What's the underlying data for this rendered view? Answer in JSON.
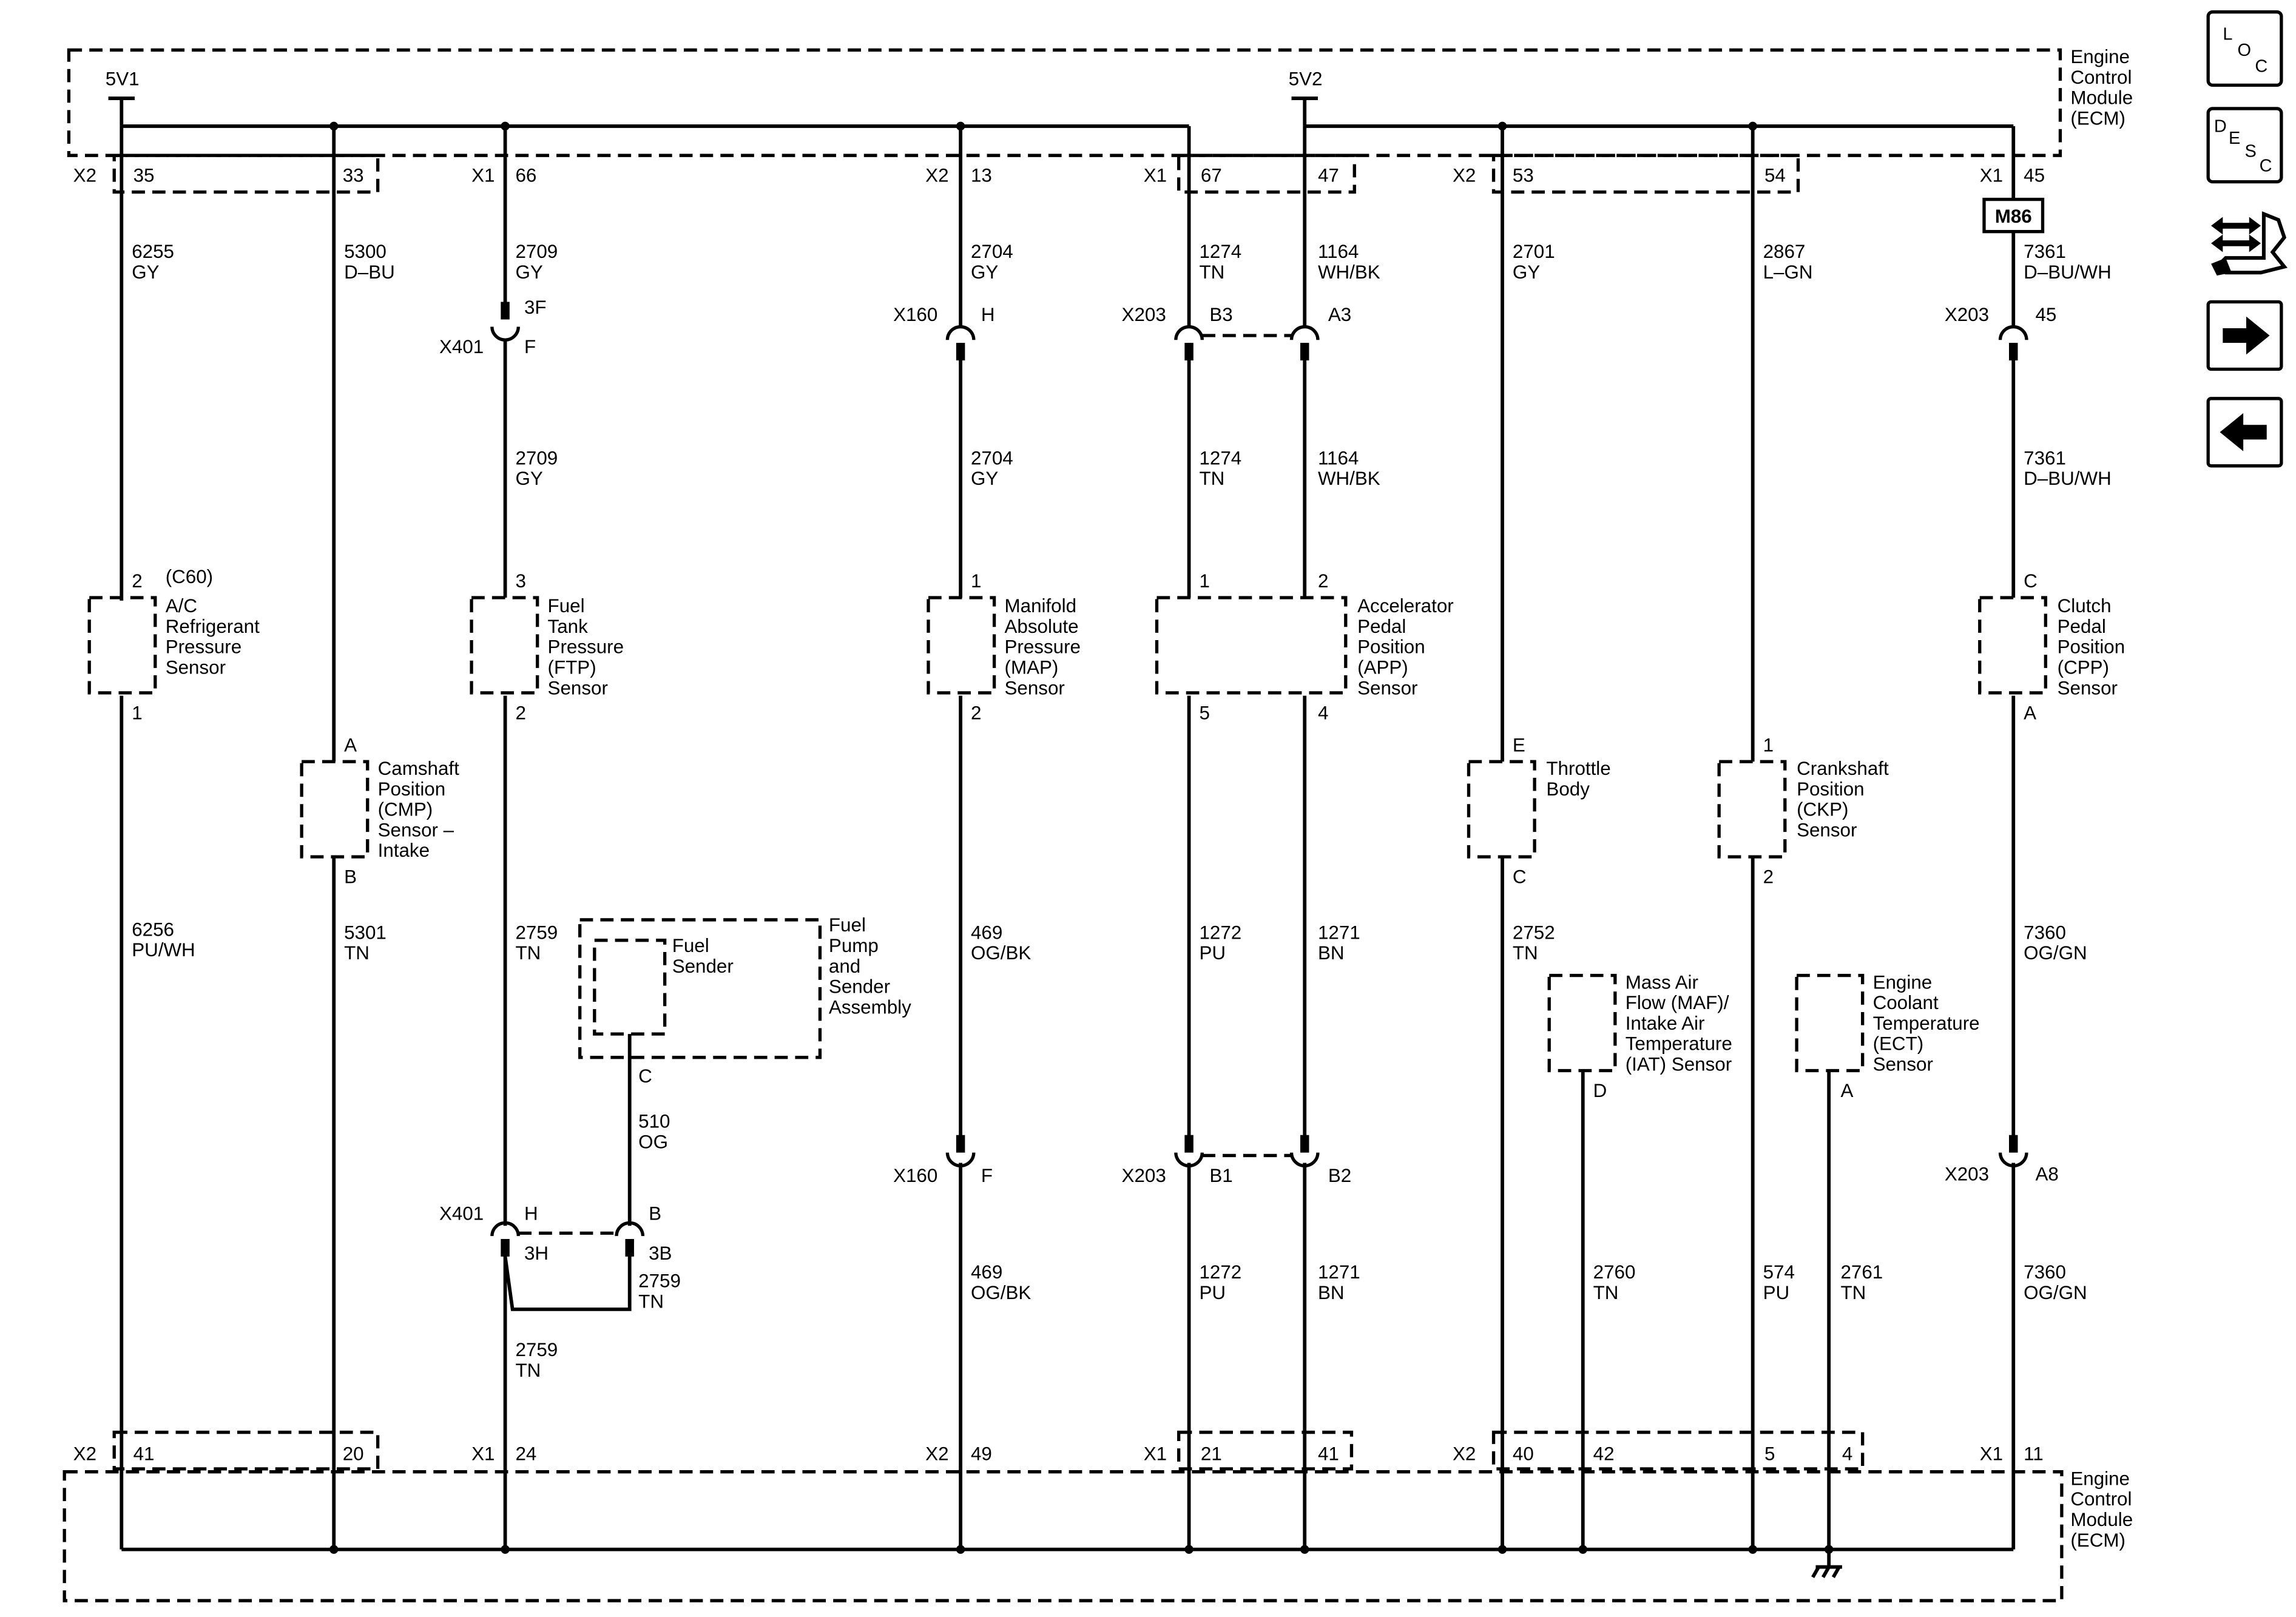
{
  "ecm": {
    "label_line1": "Engine",
    "label_line2": "Control",
    "label_line3": "Module",
    "label_line4": "(ECM)"
  },
  "supply": {
    "v1": "5V1",
    "v2": "5V2"
  },
  "top_connectors": [
    {
      "conn": "X2",
      "pins": [
        "35",
        "33"
      ]
    },
    {
      "conn": "X1",
      "pins": [
        "66"
      ]
    },
    {
      "conn": "X2",
      "pins": [
        "13"
      ]
    },
    {
      "conn": "X1",
      "pins": [
        "67",
        "47"
      ]
    },
    {
      "conn": "X2",
      "pins": [
        "53",
        "54"
      ]
    },
    {
      "conn": "X1",
      "pins": [
        "45"
      ]
    }
  ],
  "bottom_connectors": [
    {
      "conn": "X2",
      "pins": [
        "41",
        "20"
      ]
    },
    {
      "conn": "X1",
      "pins": [
        "24"
      ]
    },
    {
      "conn": "X2",
      "pins": [
        "49"
      ]
    },
    {
      "conn": "X1",
      "pins": [
        "21",
        "41"
      ]
    },
    {
      "conn": "X2",
      "pins": [
        "40",
        "42",
        "5",
        "4"
      ]
    },
    {
      "conn": "X1",
      "pins": [
        "11"
      ]
    }
  ],
  "wires": {
    "w6255": {
      "num": "6255",
      "color": "GY"
    },
    "w5300": {
      "num": "5300",
      "color": "D–BU"
    },
    "w2709a": {
      "num": "2709",
      "color": "GY"
    },
    "w2709b": {
      "num": "2709",
      "color": "GY"
    },
    "w2704a": {
      "num": "2704",
      "color": "GY"
    },
    "w2704b": {
      "num": "2704",
      "color": "GY"
    },
    "w1274a": {
      "num": "1274",
      "color": "TN"
    },
    "w1274b": {
      "num": "1274",
      "color": "TN"
    },
    "w1164a": {
      "num": "1164",
      "color": "WH/BK"
    },
    "w1164b": {
      "num": "1164",
      "color": "WH/BK"
    },
    "w2701": {
      "num": "2701",
      "color": "GY"
    },
    "w2867": {
      "num": "2867",
      "color": "L–GN"
    },
    "w7361a": {
      "num": "7361",
      "color": "D–BU/WH"
    },
    "w7361b": {
      "num": "7361",
      "color": "D–BU/WH"
    },
    "w6256": {
      "num": "6256",
      "color": "PU/WH"
    },
    "w5301": {
      "num": "5301",
      "color": "TN"
    },
    "w2759a": {
      "num": "2759",
      "color": "TN"
    },
    "w2759b": {
      "num": "2759",
      "color": "TN"
    },
    "w2759c": {
      "num": "2759",
      "color": "TN"
    },
    "w510": {
      "num": "510",
      "color": "OG"
    },
    "w469a": {
      "num": "469",
      "color": "OG/BK"
    },
    "w469b": {
      "num": "469",
      "color": "OG/BK"
    },
    "w1272a": {
      "num": "1272",
      "color": "PU"
    },
    "w1272b": {
      "num": "1272",
      "color": "PU"
    },
    "w1271a": {
      "num": "1271",
      "color": "BN"
    },
    "w1271b": {
      "num": "1271",
      "color": "BN"
    },
    "w2752": {
      "num": "2752",
      "color": "TN"
    },
    "w2760": {
      "num": "2760",
      "color": "TN"
    },
    "w574": {
      "num": "574",
      "color": "PU"
    },
    "w2761": {
      "num": "2761",
      "color": "TN"
    },
    "w7360a": {
      "num": "7360",
      "color": "OG/GN"
    },
    "w7360b": {
      "num": "7360",
      "color": "OG/GN"
    }
  },
  "inline_connectors": {
    "x401_top": {
      "name": "X401",
      "pin_top": "3F",
      "pin_bottom": "F"
    },
    "x160_top": {
      "name": "X160",
      "pin": "H"
    },
    "x203_top": {
      "name": "X203",
      "pin1": "B3",
      "pin2": "A3"
    },
    "x203_top_cpp": {
      "name": "X203",
      "pin": "45"
    },
    "x401_bottom": {
      "name": "X401",
      "pin1": "H",
      "pin2": "B",
      "pin3": "3H",
      "pin4": "3B"
    },
    "x160_bottom": {
      "name": "X160",
      "pin": "F"
    },
    "x203_bottom": {
      "name": "X203",
      "pin1": "B1",
      "pin2": "B2"
    },
    "x203_bottom_cpp": {
      "name": "X203",
      "pin": "A8"
    },
    "m86": "M86"
  },
  "components": {
    "ac": {
      "lines": [
        "A/C",
        "Refrigerant",
        "Pressure",
        "Sensor"
      ],
      "conn": "(C60)",
      "pin_top": "2",
      "pin_bottom": "1"
    },
    "cmp": {
      "lines": [
        "Camshaft",
        "Position",
        "(CMP)",
        "Sensor –",
        "Intake"
      ],
      "pin_top": "A",
      "pin_bottom": "B"
    },
    "ftp": {
      "lines": [
        "Fuel",
        "Tank",
        "Pressure",
        "(FTP)",
        "Sensor"
      ],
      "pin_top": "3",
      "pin_bottom": "2"
    },
    "fuel_sender": {
      "lines": [
        "Fuel",
        "Sender"
      ],
      "pin": "C"
    },
    "fuel_pump": {
      "lines": [
        "Fuel",
        "Pump",
        "and",
        "Sender",
        "Assembly"
      ]
    },
    "map": {
      "lines": [
        "Manifold",
        "Absolute",
        "Pressure",
        "(MAP)",
        "Sensor"
      ],
      "pin_top": "1",
      "pin_bottom": "2"
    },
    "app": {
      "lines": [
        "Accelerator",
        "Pedal",
        "Position",
        "(APP)",
        "Sensor"
      ],
      "pins_top": [
        "1",
        "2"
      ],
      "pins_bottom": [
        "5",
        "4"
      ]
    },
    "throttle": {
      "lines": [
        "Throttle",
        "Body"
      ],
      "pin_top": "E",
      "pin_bottom": "C"
    },
    "maf": {
      "lines": [
        "Mass Air",
        "Flow (MAF)/",
        "Intake Air",
        "Temperature",
        "(IAT) Sensor"
      ],
      "pin": "D"
    },
    "ckp": {
      "lines": [
        "Crankshaft",
        "Position",
        "(CKP)",
        "Sensor"
      ],
      "pin_top": "1",
      "pin_bottom": "2"
    },
    "ect": {
      "lines": [
        "Engine",
        "Coolant",
        "Temperature",
        "(ECT)",
        "Sensor"
      ],
      "pin": "A"
    },
    "cpp": {
      "lines": [
        "Clutch",
        "Pedal",
        "Position",
        "(CPP)",
        "Sensor"
      ],
      "pin_top": "C",
      "pin_bottom": "A"
    }
  },
  "nav": {
    "loc": [
      "L",
      "O",
      "C"
    ],
    "desc": [
      "D",
      "E",
      "S",
      "C"
    ],
    "connector_view_icon": "connector-view-icon",
    "next_icon": "arrow-right-icon",
    "prev_icon": "arrow-left-icon"
  }
}
